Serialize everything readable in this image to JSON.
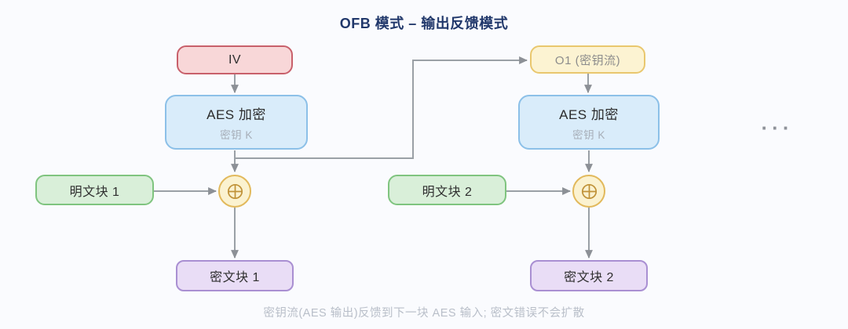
{
  "title": "OFB 模式 – 输出反馈模式",
  "caption": "密钥流(AES 输出)反馈到下一块 AES 输入; 密文错误不会扩散",
  "ellipsis": "···",
  "blocks": {
    "iv": {
      "label": "IV"
    },
    "aes1": {
      "label": "AES 加密",
      "sublabel": "密钥 K"
    },
    "plaintext1": {
      "label": "明文块 1"
    },
    "ciphertext1": {
      "label": "密文块 1"
    },
    "keystream1": {
      "label": "O1 (密钥流)"
    },
    "aes2": {
      "label": "AES 加密",
      "sublabel": "密钥 K"
    },
    "plaintext2": {
      "label": "明文块 2"
    },
    "ciphertext2": {
      "label": "密文块 2"
    }
  },
  "colors": {
    "background": "#fafbfe",
    "title_text": "#21386b",
    "iv_fill": "#f8d7d8",
    "iv_border": "#c8606b",
    "aes_fill": "#d9ecfa",
    "aes_border": "#8cc0e8",
    "plaintext_fill": "#d9efd9",
    "plaintext_border": "#7fc47f",
    "ciphertext_fill": "#e9ddf6",
    "ciphertext_border": "#a98fd2",
    "keystream_fill": "#fcf3d2",
    "keystream_border": "#e9c76e",
    "xor_fill": "#fbf2d0",
    "xor_border": "#e2b95c",
    "xor_glyph": "#c09238",
    "connector": "#9aa0a6",
    "arrowhead": "#8c9096",
    "caption_text": "#b9bfc9"
  }
}
